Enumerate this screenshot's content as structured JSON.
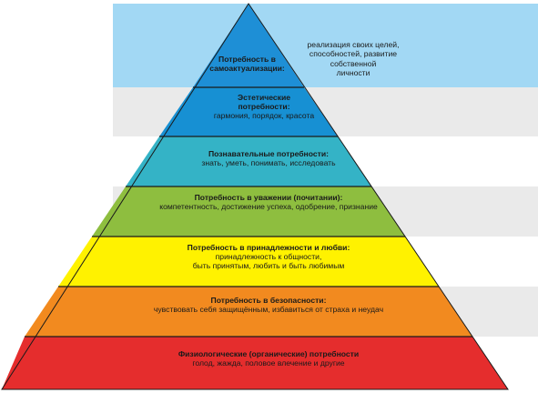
{
  "colors": {
    "top": "#1e8fd6",
    "aesthetic": "#1790d3",
    "cognitive": "#34b3c6",
    "esteem": "#8ebe3f",
    "belonging": "#fff200",
    "safety": "#f28a1f",
    "physiological": "#e52d2d",
    "panel_top": "#a2d8f4",
    "band_light": "#eaeaea",
    "band_white": "#ffffff",
    "outline": "#1a1a1a"
  },
  "levels": {
    "self_actualization": {
      "title": "Потребность в самоактуализации:",
      "description": "реализация своих целей,\nспособностей, развитие собственной\nличности"
    },
    "aesthetic": {
      "title": "Эстетические\nпотребности:",
      "description": "гармония, порядок, красота"
    },
    "cognitive": {
      "title": "Познавательные потребности:",
      "description": "знать, уметь, понимать, исследовать"
    },
    "esteem": {
      "title": "Потребность в уважении (почитании):",
      "description": "компетентность, достижение успеха, одобрение, признание"
    },
    "belonging": {
      "title": "Потребность в принадлежности и любви:",
      "description": "принадлежность к общности,\nбыть принятым, любить и быть любимым"
    },
    "safety": {
      "title": "Потребность в безопасности:",
      "description": "чувствовать себя защищённым, избавиться от страха и неудач"
    },
    "physiological": {
      "title": "Физиологические (органические) потребности",
      "description": "голод, жажда, половое влечение и другие"
    }
  }
}
